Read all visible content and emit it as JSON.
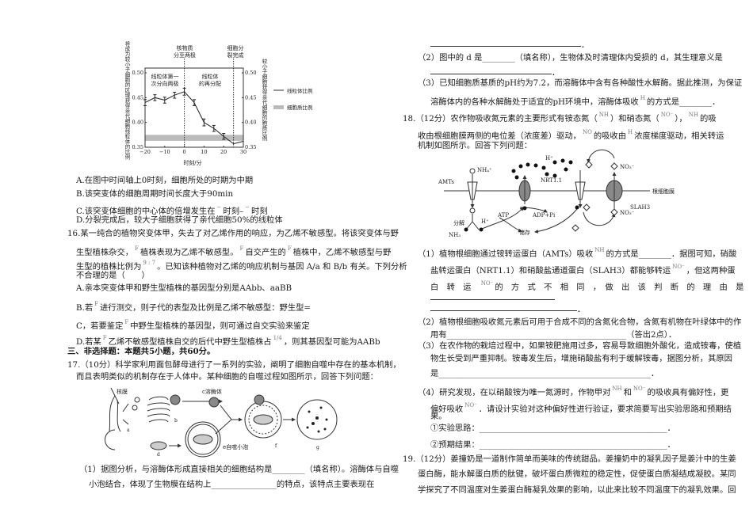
{
  "chart_data": {
    "type": "line",
    "x": [
      -20,
      -15,
      -10,
      -5,
      0,
      5,
      10,
      15,
      20,
      25,
      30
    ],
    "series": [
      {
        "name": "线粒体比例",
        "values": [
          0.44,
          0.45,
          0.445,
          0.455,
          0.462,
          0.44,
          0.4,
          0.388,
          0.372,
          0.357,
          0.362
        ],
        "error": [
          0.006,
          0.006,
          0.006,
          0.006,
          0.007,
          0.006,
          0.007,
          0.006,
          0.006,
          0,
          0
        ]
      },
      {
        "name": "细胞质比例",
        "type": "band",
        "range": [
          0.363,
          0.375
        ]
      }
    ],
    "xlabel": "时刻/分",
    "ylabel": "将成为较小子细胞的区域获得亲代细胞线粒体的比例",
    "ylabel_right": "较小子细胞获得亲代细胞的胞质比例",
    "xlim": [
      -20,
      30
    ],
    "ylim": [
      0.35,
      0.5
    ],
    "xticks": [
      "−20",
      "−10",
      "0",
      "10",
      "20",
      "30"
    ],
    "yticks": [
      "0.35",
      "0.40",
      "0.45",
      "0.50"
    ],
    "annotations": {
      "top_0": [
        "核物质",
        "分至两极"
      ],
      "top_25": [
        "细胞分",
        "裂完成"
      ],
      "phase1": [
        "线粒体第一",
        "次分向两极"
      ],
      "phase2": [
        "线粒体",
        "的再分配"
      ]
    },
    "legend": [
      "线粒体比例",
      "细胞质比例"
    ],
    "legend_position": "right",
    "grid": false
  },
  "left": {
    "q15A": [
      "A.在图中时间轴上0时刻，细胞所处的时期为中期"
    ],
    "q15B": [
      "B.该突变体的细胞周期时间长度大于90min"
    ],
    "q15C": [
      "C.该突变体细胞的中心体的倍增发生在",
      {
        "sup": "−"
      },
      "时刻–",
      {
        "sup": "−"
      },
      "时刻"
    ],
    "q15D": [
      "D.分裂完成后，较大子细胞获得了亲代细胞50%的线粒体"
    ],
    "q16_1": [
      "16.某一纯合的植物突变体甲，失去了对乙烯作用的响应，为乙烯不敏感型。将该突变体与野"
    ],
    "q16_2": [
      "生型植株杂交，",
      {
        "sup": "F"
      },
      "植株表现为乙烯不敏感型。",
      {
        "sup": "F"
      },
      "自交产生的",
      {
        "sup": "F"
      },
      "植株中，乙烯不敏感型与野"
    ],
    "q16_3": [
      "生型的植株比例为",
      {
        "sup": "9 : 7"
      },
      "。已知该种植物对乙烯的响应机制与基因 A/a 和 B/b 有关。下列分析"
    ],
    "q16_4": [
      "不合理的是（　　）"
    ],
    "q16A": [
      "A.亲本突变体甲和野生型植株的基因型分别是AAbb、aaBB"
    ],
    "q16B": [
      "B.若",
      {
        "sup": "F"
      },
      "进行测交，则子代的表型及比例是乙烯不敏感型：野生型="
    ],
    "q16C": [
      "C，若要鉴定",
      {
        "sup": "F"
      },
      "中野生型植株的基因型，则可通过自交实验来鉴定"
    ],
    "q16D": [
      "D.若某",
      {
        "sup": "F"
      },
      "乙烯不敏感型植株自交的后代中野生型植株占",
      {
        "sup": "1/4"
      },
      "，则其基因型可能为AABb"
    ],
    "section3": [
      "三、非选择题：本题共5小题，共60分。"
    ],
    "q17_1": [
      "17.（10分）科学家利用面包酵母进行了一系列的实验，阐明了细胞自噬中存在的基本机制，"
    ],
    "q17_2": [
      "而且表明类似的机制存在于人体中。某种细胞的自噬过程如图所示，回答下列问题："
    ],
    "q17_p1a": [
      "（1）据图分析，与溶酶体形成直接相关的细胞结构是________（填名称）。溶酶体与自噬"
    ],
    "q17_p1b": [
      "小泡结合，体现了生物膜在结构上________________的特点，该特点主要表现在"
    ]
  },
  "fig17": {
    "nuclear": "核膜",
    "a": "a",
    "b": "b",
    "c": "c溶酶体",
    "d": "d",
    "e": "e自噬小泡",
    "f": "f",
    "g": "g"
  },
  "right": {
    "r1": [
      "．"
    ],
    "q17_p2": [
      "（2）图中的 d 是________（填名称），生物体及时清理体内受损的 d，其生理意义是"
    ],
    "r3": [
      "．"
    ],
    "q17_p3a": [
      "（3）已知细胞质基质的pH约为7.2，而溶酶体中含有各种酸性水解酶。据此推测，为保证"
    ],
    "q17_p3b": [
      "溶酶体内的各种水解酶处于适宜的pH环境中，溶酶体吸收",
      {
        "sup": "H"
      },
      "的方式是________．"
    ],
    "q18_1": [
      "18.（12分）农作物吸收氮元素的主要形式有铵态氮（",
      {
        "sup": "NH"
      },
      "）和硝态氮（",
      {
        "sup": "NO⁻"
      },
      "），",
      {
        "sup": "NH"
      },
      "的吸"
    ],
    "q18_2": [
      "收由根细胞膜两侧的电位差（浓度差）驱动，",
      {
        "sup": "NO"
      },
      "的吸收由",
      {
        "sup": "H"
      },
      "浓度梯度驱动，相关转运"
    ],
    "q18_3": [
      "机制如图所示。回答下列问题："
    ],
    "q18_p1a": [
      "（1）植物根细胞通过铵转运蛋白（AMTs）吸收",
      {
        "sup": "NH"
      },
      "的方式是________．据图可知，硝酸"
    ],
    "q18_p1b": [
      "盐转运蛋白（NRT1.1）和硝酸盐通道蛋白（SLAH3）都能够转运",
      {
        "sup": "NO⁻"
      },
      "，但这两种蛋"
    ],
    "q18_p1c": [
      "白　转　运　",
      {
        "sup": "NO⁻"
      },
      "的　方　式　不　相　同　，　做　出　该　判　断　的　理　由　是"
    ],
    "r_end1": [
      "．"
    ],
    "q18_p2a": [
      "（2）植物根细胞吸收氮元素后可用于合成不同的含氮化合物，含氮有机物在叶绿体中的作"
    ],
    "q18_p2b": [
      "用有____________________________________________（答出2点）．"
    ],
    "q18_p3a": [
      "（3）在农作物的栽培过程中，如果铵肥施用过多，容易导致细胞外酸化，造成铵毒，使植"
    ],
    "q18_p3b": [
      "物生长受到严重抑制。铵毒发生后，增施硝酸盐有利于缓解铵毒，据图分析，其原因"
    ],
    "q18_p3c": [
      "是____________________________________________________．"
    ],
    "q18_p4a": [
      "（4）研究发现，在以硝酸铵为唯一氮源时，作物甲对",
      {
        "sup": "NH"
      },
      "和",
      {
        "sup": "NO⁻"
      },
      "的吸收具有偏好性，更"
    ],
    "q18_p4b": [
      "偏好吸收",
      {
        "sup": "NO⁻"
      },
      "．请设计实验对这种偏好性进行验证，要求简要写出实验思路和预期结"
    ],
    "q18_p4c": [
      "果。"
    ],
    "q18_p4d": [
      "①实验思路：______________________________________________．"
    ],
    "q18_p4e": [
      "②预期结果：______________________________________________．"
    ],
    "q19_1": [
      "19.（12分）姜撞奶是一道制作简单而美味的传统甜品。姜撞奶中的凝乳因子是姜汁中的生姜"
    ],
    "q19_2": [
      "蛋白酶，能水解蛋白质的肽键，破坏蛋白质微粒的稳定性，促使蛋白质凝结成凝胶。某同"
    ],
    "q19_3": [
      "学探究了不同温度对生姜蛋白酶凝乳效果的影响，以此来比较不同温度下的凝乳效果。回"
    ]
  },
  "fig18": {
    "nh4": "NH₄⁺",
    "amts": "AMTs",
    "hplus_top": "H⁺",
    "nrt": "NRT1.1",
    "no3_top": "NO₃⁻",
    "membrane": "根细胞膜",
    "slah3": "SLAH3",
    "atp": "ATP",
    "adp": "ADP+Pi",
    "decompose": "分解",
    "hplus_bottom": "H⁺",
    "nh3": "NH₃",
    "store": "储存",
    "no3_bottom": "NO₃⁻"
  }
}
